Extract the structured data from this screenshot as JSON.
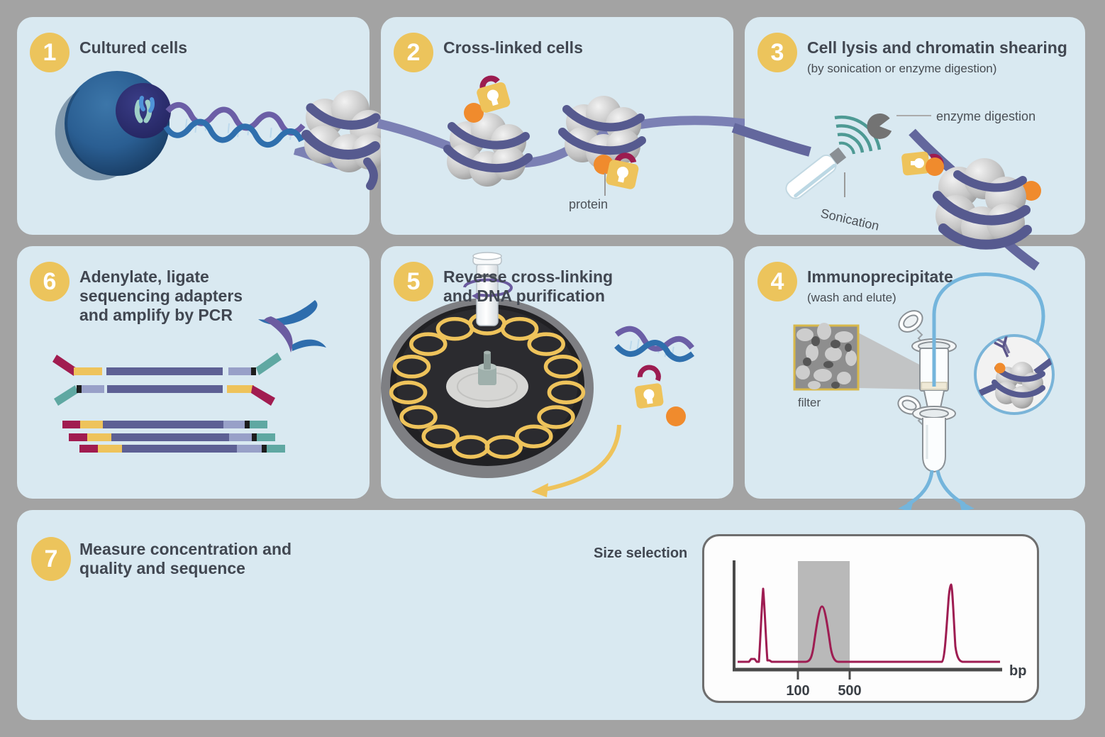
{
  "panels": {
    "p1": {
      "number": "1",
      "title": "Cultured cells"
    },
    "p2": {
      "number": "2",
      "title": "Cross-linked cells",
      "protein_label": "protein"
    },
    "p3": {
      "number": "3",
      "title": "Cell lysis and chromatin shearing",
      "subtitle": "(by sonication or enzyme digestion)",
      "enzyme_label": "enzyme digestion",
      "sonication_label": "Sonication"
    },
    "p4": {
      "number": "4",
      "title": "Immunoprecipitate",
      "subtitle": "(wash and elute)",
      "filter_label": "filter"
    },
    "p5": {
      "number": "5",
      "title_line1": "Reverse cross-linking",
      "title_line2": "and DNA purification"
    },
    "p6": {
      "number": "6",
      "title_line1": "Adenylate, ligate",
      "title_line2": "sequencing adapters",
      "title_line3": "and amplify by PCR"
    },
    "p7": {
      "number": "7",
      "title_line1": "Measure concentration and",
      "title_line2": "quality and sequence"
    }
  },
  "chart_data": {
    "type": "line",
    "title": "Size selection",
    "xlabel": "bp",
    "x_ticks": [
      100,
      500
    ],
    "selection_window_bp": [
      100,
      500
    ],
    "grid": false,
    "legend": false,
    "line_color": "#9e1d52",
    "selection_band_color": "#b9b9b9",
    "axis_color": "#4a4a4a",
    "peaks": [
      {
        "id": "peak1",
        "x_frac": 0.11,
        "height_frac": 0.73,
        "shape": "narrow spike",
        "in_selection_window": false
      },
      {
        "id": "peak2",
        "x_frac": 0.33,
        "height_frac": 0.55,
        "shape": "broad peak",
        "in_selection_window": true
      },
      {
        "id": "peak3",
        "x_frac": 0.81,
        "height_frac": 0.77,
        "shape": "narrow spike",
        "in_selection_window": false
      }
    ],
    "tick_x_frac": {
      "t100": 0.24,
      "t500": 0.43
    }
  },
  "colors": {
    "frame_gray": "#a3a3a3",
    "panel_blue": "#d9e9f1",
    "badge_yellow": "#ecc45c",
    "title_text": "#414751",
    "label_text": "#4c5157",
    "orange_protein": "#f08b2d",
    "lock_yellow": "#eec35b",
    "lock_shackle_maroon": "#9c1c50",
    "dna_ribbon_dark": "#565a8f",
    "dna_strand_purple": "#7b80b4",
    "adapter_maroon": "#a11c50",
    "adapter_yellow": "#eec35b",
    "adapter_purple": "#5d6094",
    "adapter_lavender": "#98a0c8",
    "adapter_teal": "#5fa8a2",
    "helix_blue": "#2f6fad",
    "helix_purple": "#6b5ea6",
    "sonication_teal": "#4e9a94",
    "tube_blue": "#74b5dc",
    "nucleosome_gray": "#c9c9c9"
  }
}
